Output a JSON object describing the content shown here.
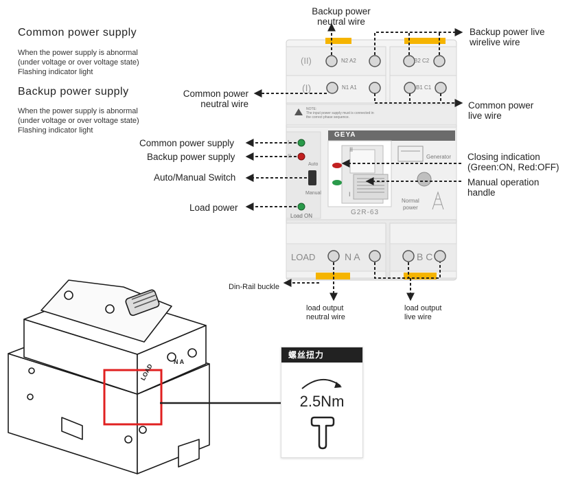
{
  "left_panel": {
    "common": {
      "title": "Common power supply",
      "line1": "When the power supply is abnormal",
      "line2": "(under voltage or over voltage state)",
      "line3": "Flashing indicator light"
    },
    "backup": {
      "title": "Backup power supply",
      "line1": "When the power supply is abnormal",
      "line2": "(under voltage or over voltage state)",
      "line3": "Flashing indicator light"
    }
  },
  "callouts": {
    "backup_neutral": [
      "Backup power",
      "neutral wire"
    ],
    "backup_live": [
      "Backup power live",
      "wirelive wire"
    ],
    "common_neutral": [
      "Common power",
      "neutral wire"
    ],
    "common_live": [
      "Common power",
      "live wire"
    ],
    "common_supply": "Common power supply",
    "backup_supply": "Backup power supply",
    "auto_manual": "Auto/Manual Switch",
    "load_power": "Load power",
    "closing": [
      "Closing indication",
      "(Green:ON, Red:OFF)"
    ],
    "manual_handle": [
      "Manual operation",
      "handle"
    ],
    "din_rail": "Din-Rail buckle",
    "load_neutral": [
      "load output",
      "neutral wire"
    ],
    "load_live": [
      "load output",
      "live wire"
    ]
  },
  "device": {
    "brand": "GEYA",
    "model": "G2R-63",
    "row2_roman": "(II)",
    "row1_roman": "(I)",
    "n2a2": "N2 A2",
    "b2c2": "B2 C2",
    "n1a1": "N1 A1",
    "b1c1": "B1 C1",
    "note_title": "NOTE:",
    "note_text1": "The input power supply must is connected in",
    "note_text2": "the correct phase sequence.",
    "ind_I": "I",
    "ind_II": "II",
    "auto": "Auto",
    "manual": "Manual",
    "load_on": "Load ON",
    "gen_label": "Generator",
    "normal_label": "Normal",
    "normal_label2": "power",
    "win_II": "II",
    "win_I": "I",
    "load": "LOAD",
    "na": "N A",
    "bc": "B C"
  },
  "torque": {
    "header": "螺丝扭力",
    "value": "2.5Nm"
  },
  "iso_device": {
    "load_text": "LOAD",
    "na_text": "N A"
  },
  "colors": {
    "dashed_line": "#222222",
    "yellow_clip": "#f5b400",
    "highlight": "#e02020",
    "green_led": "#2a9a4a",
    "red_led": "#c22020",
    "brand_bar": "#6b6b6b"
  }
}
